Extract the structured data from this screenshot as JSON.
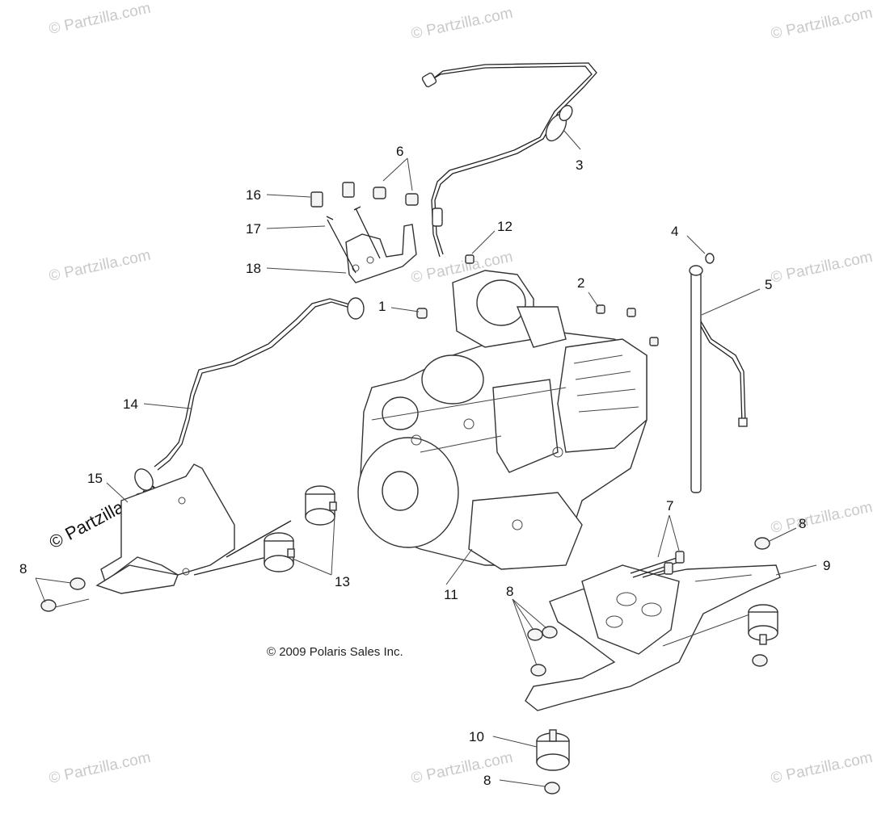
{
  "watermark": "© Partzilla.com",
  "copyright": "© 2009 Polaris Sales Inc.",
  "callouts": {
    "c1": "1",
    "c2": "2",
    "c3": "3",
    "c4": "4",
    "c5": "5",
    "c6": "6",
    "c7": "7",
    "c8a": "8",
    "c8b": "8",
    "c8c": "8",
    "c8d": "8",
    "c9": "9",
    "c10": "10",
    "c11": "11",
    "c12": "12",
    "c13": "13",
    "c14": "14",
    "c15": "15",
    "c16": "16",
    "c17": "17",
    "c18": "18"
  }
}
